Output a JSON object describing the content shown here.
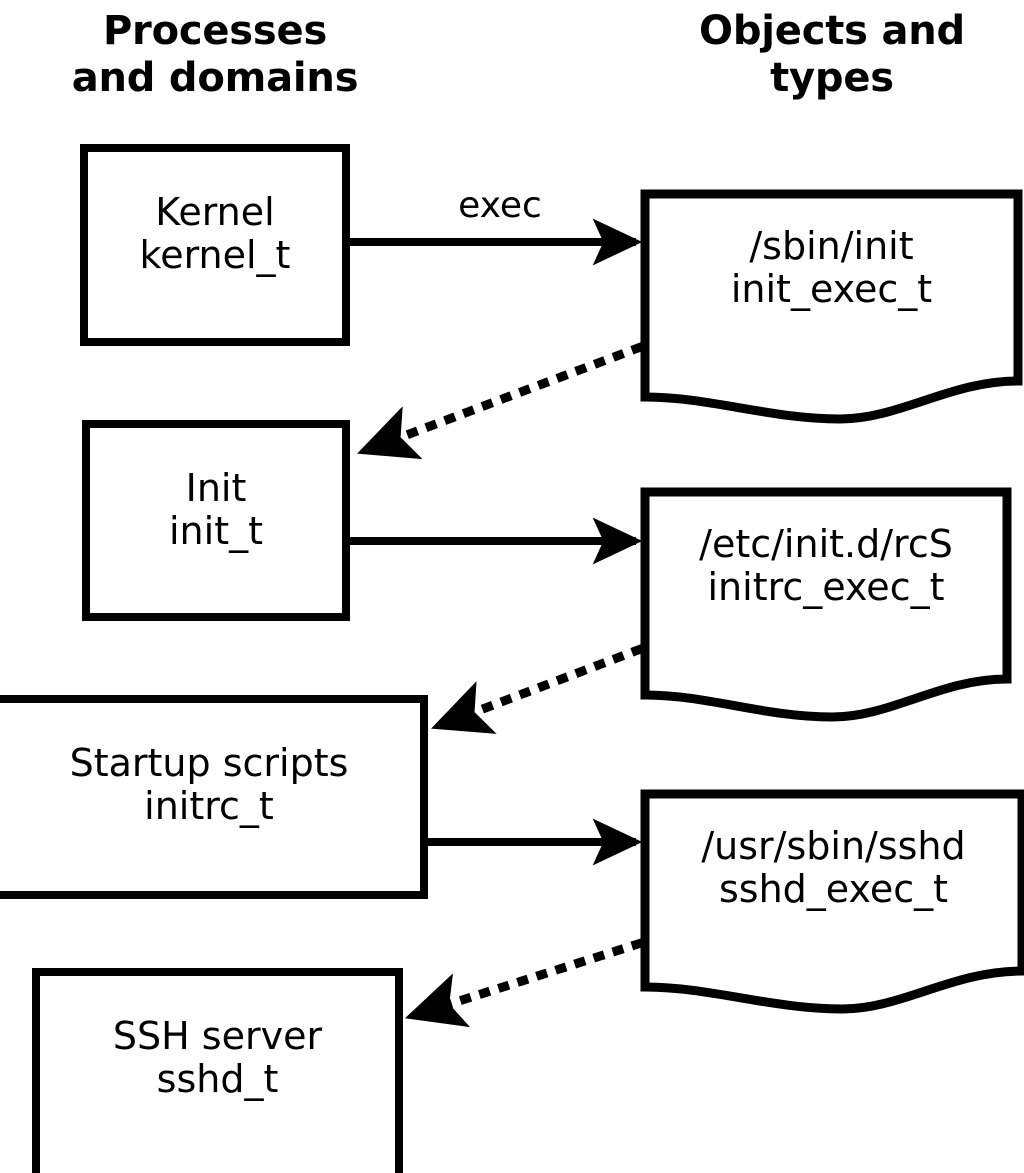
{
  "diagram": {
    "title_left": "Processes\nand domains",
    "title_right": "Objects and\ntypes",
    "headers": {
      "left_line1": "Processes",
      "left_line2": "and domains",
      "right_line1": "Objects and",
      "right_line2": "types"
    },
    "colors": {
      "stroke": "#000000",
      "fill": "#ffffff",
      "background": "#ffffff"
    },
    "process_nodes": [
      {
        "id": "kernel",
        "name": "Kernel",
        "type": "kernel_t"
      },
      {
        "id": "init",
        "name": "Init",
        "type": "init_t"
      },
      {
        "id": "initrc",
        "name": "Startup scripts",
        "type": "initrc_t"
      },
      {
        "id": "sshd",
        "name": "SSH server",
        "type": "sshd_t"
      }
    ],
    "object_nodes": [
      {
        "id": "init_exec",
        "path": "/sbin/init",
        "type": "init_exec_t"
      },
      {
        "id": "initrc_exec",
        "path": "/etc/init.d/rcS",
        "type": "initrc_exec_t"
      },
      {
        "id": "sshd_exec",
        "path": "/usr/sbin/sshd",
        "type": "sshd_exec_t"
      }
    ],
    "edges": [
      {
        "from": "kernel",
        "to": "init_exec",
        "label": "exec",
        "style": "solid"
      },
      {
        "from": "init_exec",
        "to": "init",
        "label": "",
        "style": "dotted"
      },
      {
        "from": "init",
        "to": "initrc_exec",
        "label": "",
        "style": "solid"
      },
      {
        "from": "initrc_exec",
        "to": "initrc",
        "label": "",
        "style": "dotted"
      },
      {
        "from": "initrc",
        "to": "sshd_exec",
        "label": "",
        "style": "solid"
      },
      {
        "from": "sshd_exec",
        "to": "sshd",
        "label": "",
        "style": "dotted"
      }
    ]
  }
}
